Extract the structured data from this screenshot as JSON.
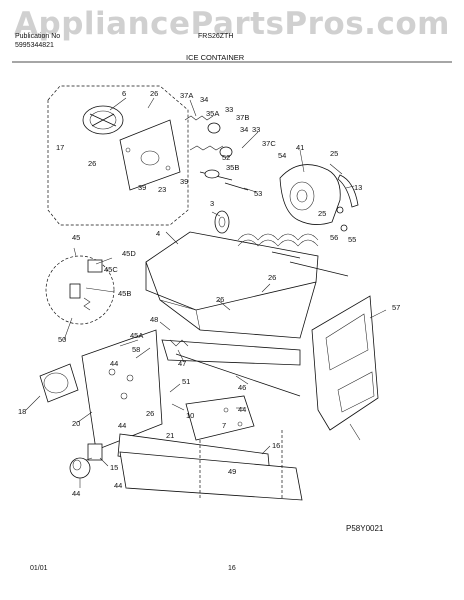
{
  "watermark": "AppliancePartsPros.com",
  "header": {
    "publication_label": "Publication No",
    "publication_no": "5995344821",
    "model": "FRS26ZTH",
    "section_title": "ICE CONTAINER"
  },
  "footer": {
    "date": "01/01",
    "page": "16",
    "diagram_code": "P58Y0021"
  },
  "callouts": [
    "6",
    "26",
    "37A",
    "34",
    "33",
    "35A",
    "37B",
    "33",
    "34",
    "37C",
    "17",
    "26",
    "39",
    "23",
    "39",
    "52",
    "35B",
    "54",
    "41",
    "25",
    "53",
    "13",
    "3",
    "25",
    "56",
    "55",
    "45",
    "45D",
    "45C",
    "45B",
    "50",
    "4",
    "26",
    "26",
    "57",
    "48",
    "45A",
    "47",
    "58",
    "44",
    "46",
    "51",
    "18",
    "20",
    "10",
    "26",
    "44",
    "21",
    "44",
    "49",
    "16",
    "15",
    "44",
    "44",
    "7"
  ]
}
